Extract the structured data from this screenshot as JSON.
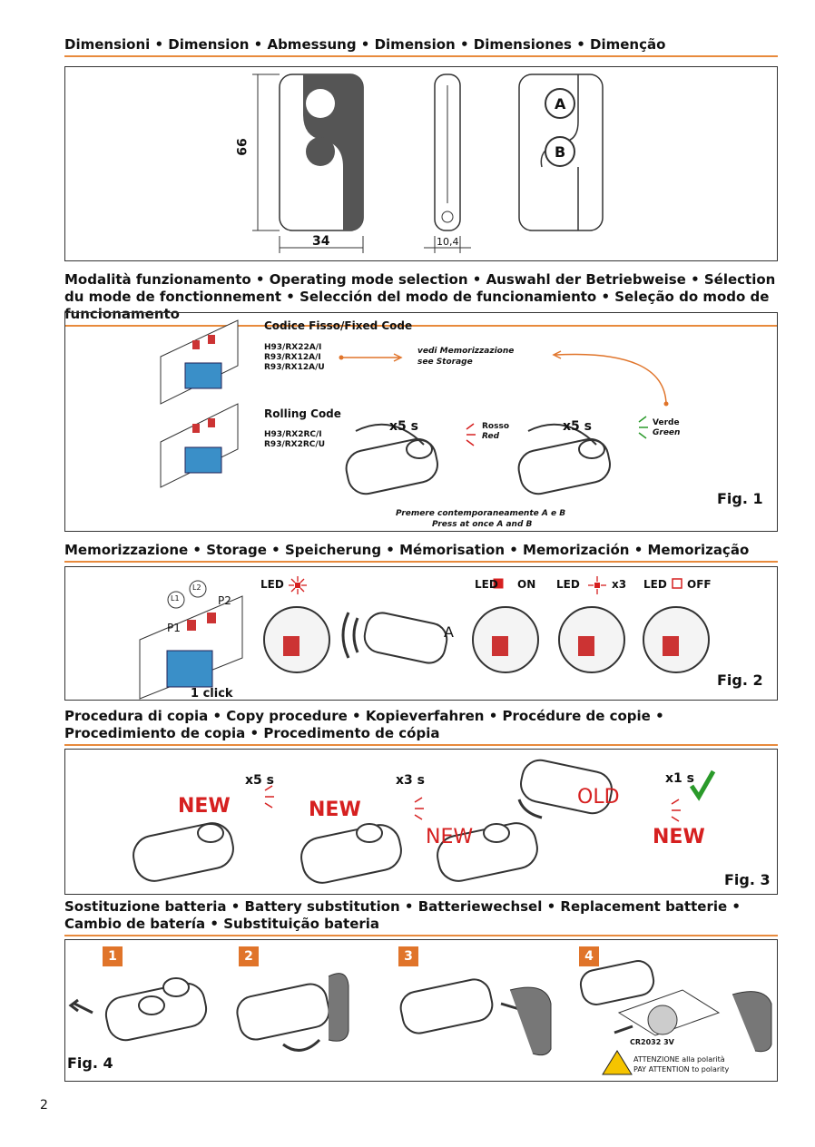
{
  "sections": {
    "dimensions": "Dimensioni • Dimension • Abmessung • Dimension • Dimensiones • Dimenção",
    "operating_mode": "Modalità funzionamento • Operating mode selection • Auswahl der Betriebweise • Sélection du mode de fonctionnement • Selección del modo de funcionamiento • Seleção do modo de funcionamento",
    "storage": "Memorizzazione • Storage • Speicherung • Mémorisation • Memorización • Memorização",
    "copy": "Procedura di copia • Copy procedure • Kopieverfahren • Procédure de copie • Procedimiento de copia • Procedimento de cópia",
    "battery": "Sostituzione batteria • Battery substitution • Batteriewechsel • Replacement batterie • Cambio de batería • Substituição bateria"
  },
  "dim": {
    "height": "66",
    "width": "34",
    "depth": "10,4",
    "btn_a": "A",
    "btn_b": "B"
  },
  "fig1": {
    "fixed_title": "Codice Fisso/Fixed Code",
    "fixed_models": [
      "H93/RX22A/I",
      "R93/RX12A/I",
      "R93/RX12A/U"
    ],
    "see_storage_it": "vedi Memorizzazione",
    "see_storage_en": "see Storage",
    "rolling_title": "Rolling Code",
    "rolling_models": [
      "H93/RX2RC/I",
      "R93/RX2RC/U"
    ],
    "time1": "x5 s",
    "time2": "x5 s",
    "red_it": "Rosso",
    "red_en": "Red",
    "green_it": "Verde",
    "green_en": "Green",
    "press_it": "Premere contemporaneamente A e B",
    "press_en": "Press at once A and B",
    "label": "Fig. 1"
  },
  "fig2": {
    "led": "LED",
    "led_on": "LED",
    "on": "ON",
    "led_x3": "LED",
    "x3": "x3",
    "led_off": "LED",
    "off": "OFF",
    "l1": "L1",
    "l2": "L2",
    "p1": "P1",
    "p2": "P2",
    "click": "1 click",
    "label": "Fig. 2"
  },
  "fig3": {
    "t1": "x5 s",
    "t2": "x3 s",
    "t3": "x1 s",
    "new": "NEW",
    "old": "OLD",
    "label": "Fig. 3"
  },
  "fig4": {
    "steps": [
      "1",
      "2",
      "3",
      "4"
    ],
    "battery": "CR2032 3V",
    "warn_it": "ATTENZIONE alla polarità",
    "warn_en": "PAY ATTENTION to polarity",
    "label": "Fig. 4"
  },
  "page_number": "2"
}
